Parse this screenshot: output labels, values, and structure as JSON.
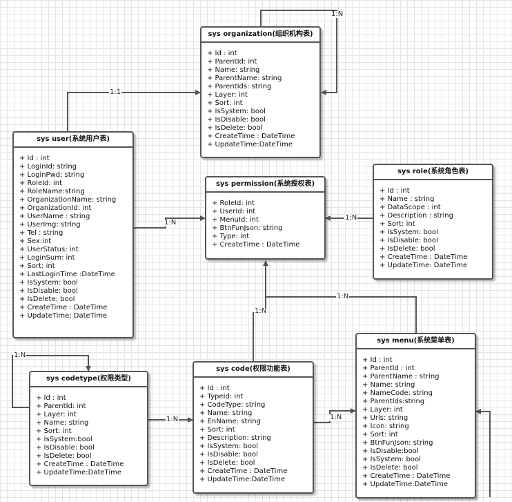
{
  "entities": {
    "organization": {
      "title": "sys organization(组织机构表)",
      "fields": [
        "+ Id : int",
        "+ ParentId: int",
        "+ Name: string",
        "+ ParentName: string",
        "+ ParentIds: string",
        "+ Layer: int",
        "+ Sort: int",
        "+ IsSystem: bool",
        "+ IsDisable: bool",
        "+ IsDelete: bool",
        "+ CreateTime : DateTime",
        "+ UpdateTime:DateTime"
      ]
    },
    "user": {
      "title": "sys user(系统用户表)",
      "fields": [
        "+ Id : int",
        "+ LoginId: string",
        "+ LoginPwd: string",
        "+ RoleId: int",
        "+ RoleName:string",
        "+ OrganizationName: string",
        "+ OrganizationId: int",
        "+ UserName : string",
        "+ UserImg: string",
        "+ Tel : string",
        "+ Sex:int",
        "+ UserStatus: int",
        "+ LoginSum: int",
        "+ Sort: int",
        "+ LastLoginTime :DateTime",
        "+ IsSystem: bool",
        "+ IsDisable: bool",
        "+ IsDelete: bool",
        "+ CreateTime : DateTime",
        "+ UpdateTime: DateTime"
      ]
    },
    "permission": {
      "title": "sys permission(系统授权表)",
      "fields": [
        "+ RoleId: int",
        "+ UserId: int",
        "+ MenuId: int",
        "+ BtnFunJson: string",
        "+ Type: int",
        "+ CreateTime : DateTime"
      ]
    },
    "role": {
      "title": "sys role(系统角色表)",
      "fields": [
        "+ Id : int",
        "+ Name : string",
        "+ DataScope : int",
        "+ Description : string",
        "+ Sort: int",
        "+ IsSystem: bool",
        "+ IsDisable: bool",
        "+ IsDelete: bool",
        "+ CreateTime : DateTime",
        "+ UpdateTime: DateTime"
      ]
    },
    "codetype": {
      "title": "sys codetype(权限类型)",
      "fields": [
        "+ Id : int",
        "+ ParentId: int",
        "+ Layer: int",
        "+ Name: string",
        "+ Sort: int",
        "+ IsSystem:bool",
        "+ IsDisable: bool",
        "+ IsDelete: bool",
        "+ CreateTime : DateTime",
        "+ UpdateTime:DateTime"
      ]
    },
    "code": {
      "title": "sys code(权限功能表)",
      "fields": [
        "+ Id : int",
        "+ TypeId: int",
        "+ CodeType: string",
        "+ Name: string",
        "+ EnName: string",
        "+ Sort: int",
        "+ Description: string",
        "+ IsSystem: bool",
        "+ IsDisable: bool",
        "+ IsDelete: bool",
        "+ CreateTime : DateTime",
        "+ UpdateTime:DateTime"
      ]
    },
    "menu": {
      "title": "sys menu(系统菜单表)",
      "fields": [
        "+ Id : int",
        "+ ParentId : int",
        "+ ParentName : string",
        "+ Name: string",
        "+ NameCode: string",
        "+ ParentIds:string",
        "+ Layer: int",
        "+ Urls: string",
        "+ Icon: string",
        "+ Sort: int",
        "+ BtnFunJson: string",
        "+ IsDisable:bool",
        "+ IsSystem: bool",
        "+ IsDelete: bool",
        "+ CreateTime : DateTime",
        "+ UpdateTime:DateTime"
      ]
    }
  },
  "relations": {
    "org_self": "1:N",
    "user_org": "1:1",
    "user_permission": "1:N",
    "role_permission": "1:N",
    "code_permission": "1:N",
    "menu_permission": "1:N",
    "codetype_self": "1:N",
    "codetype_code": "1:N",
    "code_menu": "1:N"
  }
}
